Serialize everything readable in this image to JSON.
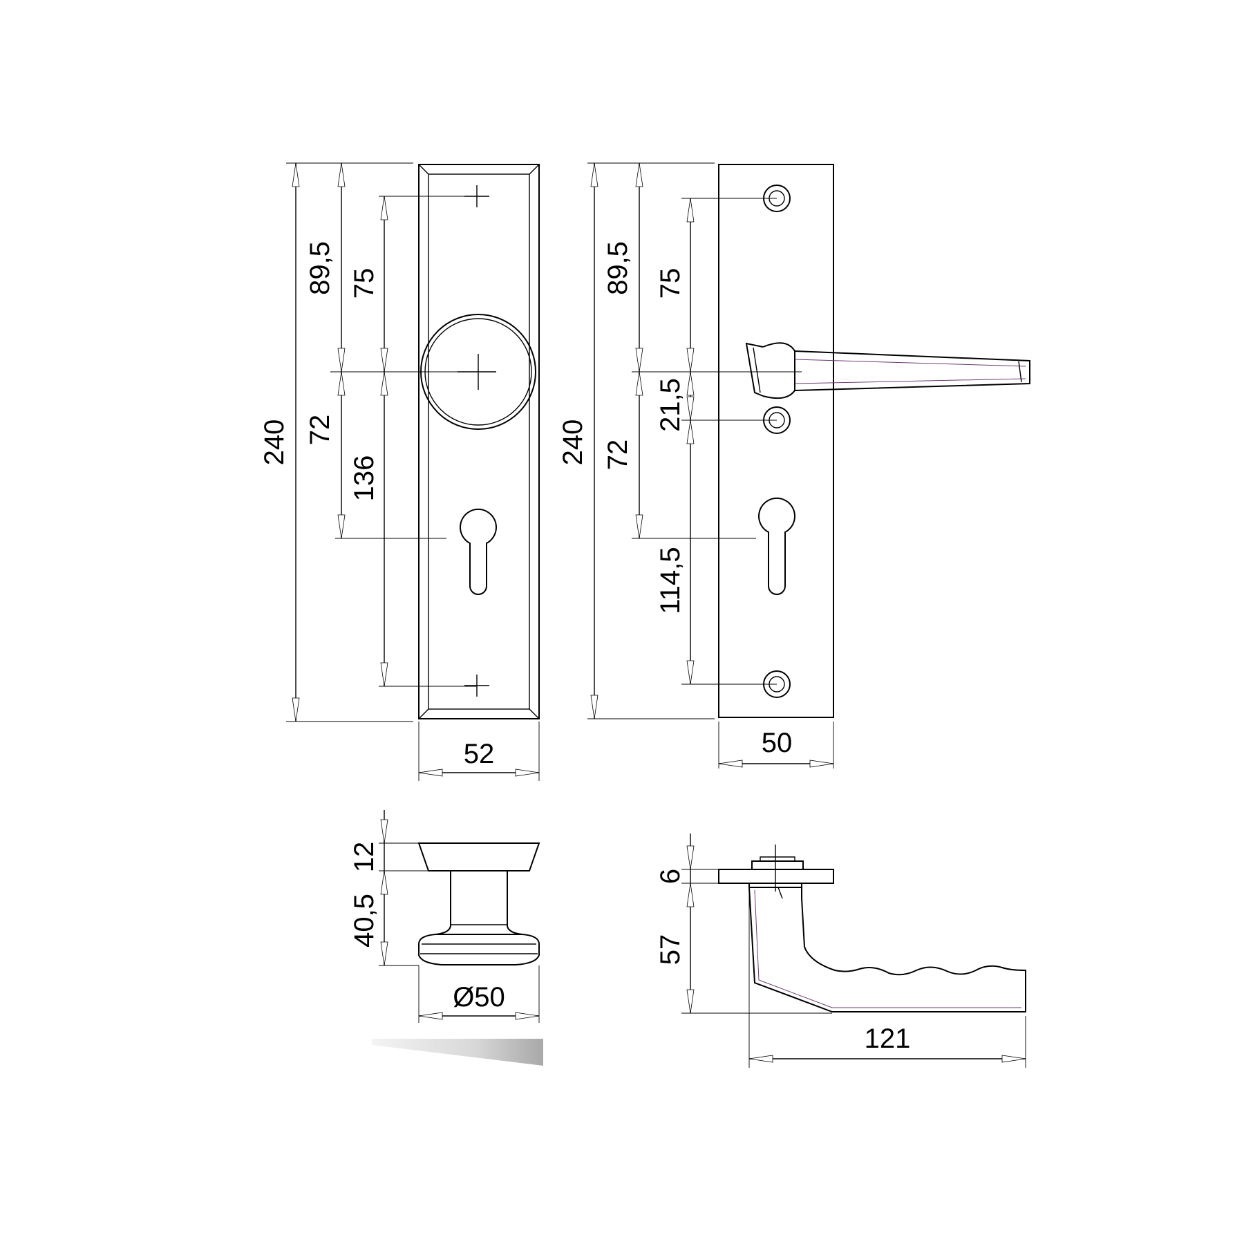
{
  "knob_plate_front": {
    "dim_overall_height": "240",
    "dim_top_to_knob": "89,5",
    "dim_screw_to_knob": "75",
    "dim_knob_to_keyhole": "72",
    "dim_screw_spacing": "136",
    "dim_width": "52"
  },
  "lever_plate_front": {
    "dim_overall_height": "240",
    "dim_top_to_lever": "89,5",
    "dim_screw_to_lever": "75",
    "dim_lever_to_screw": "21,5",
    "dim_lever_to_keyhole": "72",
    "dim_screw_spacing": "114,5",
    "dim_width": "50"
  },
  "knob_side": {
    "dim_rosette_height": "12",
    "dim_knob_projection": "40,5",
    "dim_knob_diameter": "Ø50"
  },
  "lever_side": {
    "dim_plate_thickness": "6",
    "dim_lever_projection": "57",
    "dim_lever_length": "121"
  },
  "colors": {
    "line": "#000000",
    "accent": "#6b3a6f",
    "swatch_light": "#f2f2f2",
    "swatch_dark": "#b4b4b4"
  }
}
